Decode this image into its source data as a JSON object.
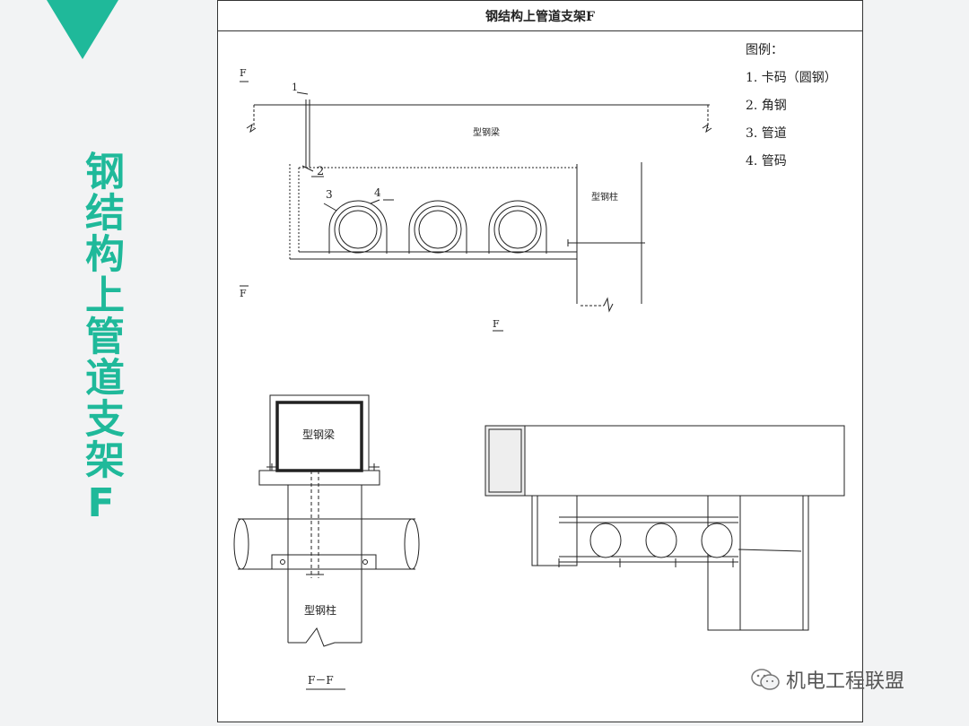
{
  "side_title": "钢结构上管道支架F",
  "sheet_title": "钢结构上管道支架F",
  "legend": {
    "heading": "图例：",
    "items": [
      "1. 卡码（圆钢）",
      "2. 角钢",
      "3. 管道",
      "4. 管码"
    ]
  },
  "elevation": {
    "section_mark_top": "F",
    "section_mark_bottom": "F",
    "view_label": "F",
    "beam_label": "型钢梁",
    "column_label": "型钢柱",
    "callouts": [
      "1",
      "2",
      "3",
      "4"
    ]
  },
  "section": {
    "beam_label": "型钢梁",
    "column_label": "型钢柱",
    "view_label": "F－F"
  },
  "watermark": {
    "text": "机电工程联盟"
  },
  "colors": {
    "accent": "#1fb99a",
    "line": "#222222"
  }
}
